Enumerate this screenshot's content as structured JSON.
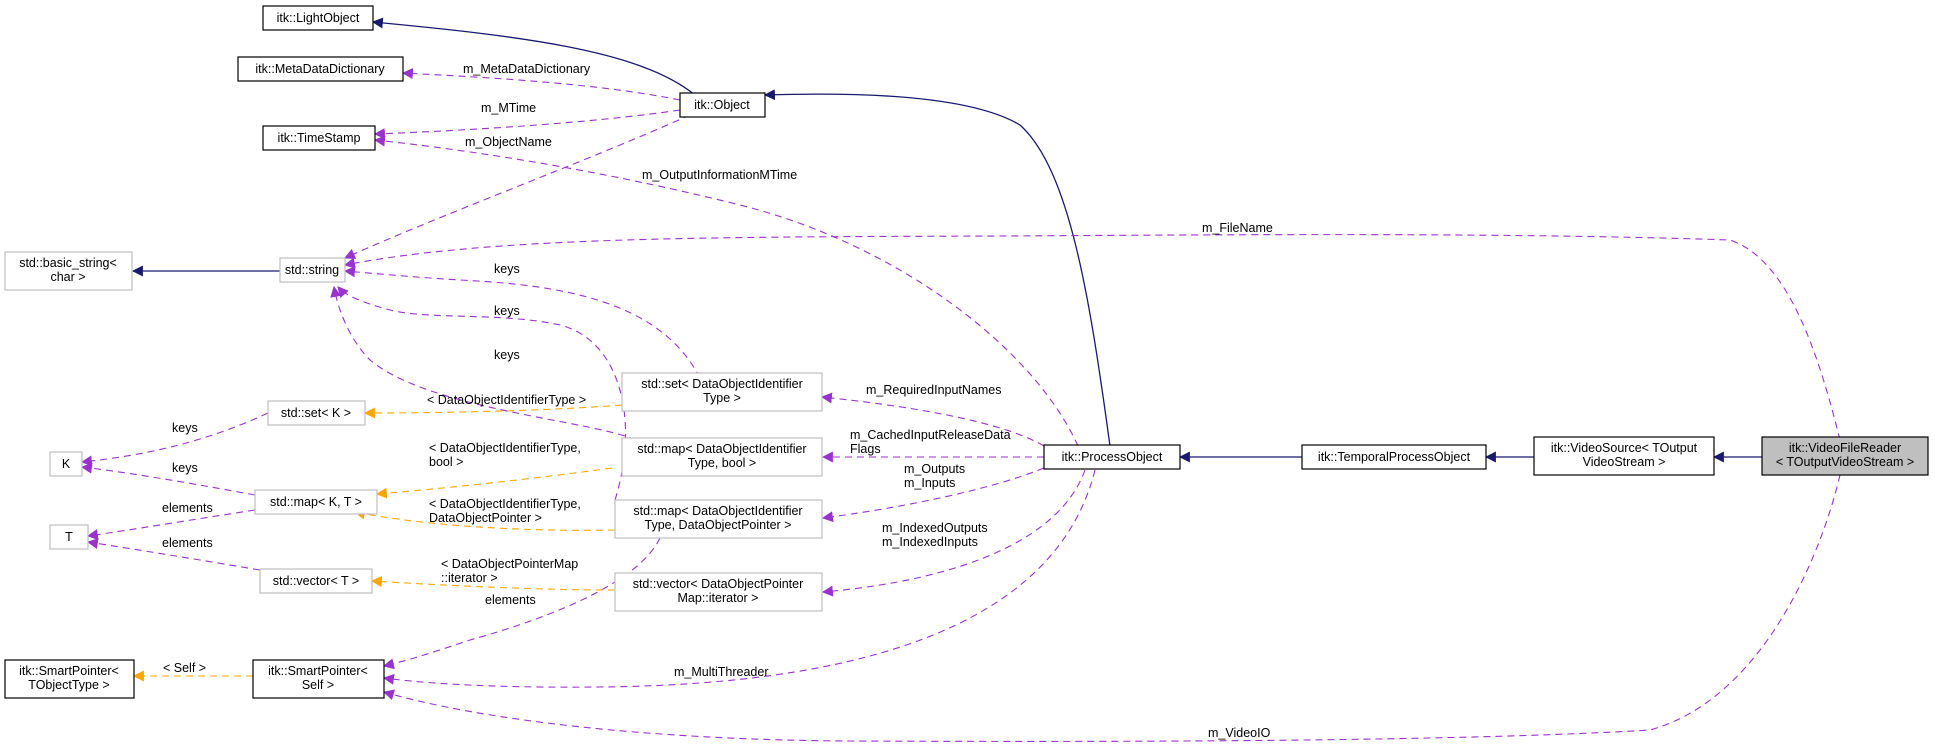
{
  "nodes": {
    "lightobject": [
      "itk::LightObject"
    ],
    "metadatadictionary": [
      "itk::MetaDataDictionary"
    ],
    "timestamp": [
      "itk::TimeStamp"
    ],
    "object": [
      "itk::Object"
    ],
    "basic_string": [
      "std::basic_string<",
      "char >"
    ],
    "string": [
      "std::string"
    ],
    "set_k": [
      "std::set< K >"
    ],
    "k": [
      "K"
    ],
    "map_kt": [
      "std::map< K, T >"
    ],
    "t": [
      "T"
    ],
    "vector_t": [
      "std::vector< T >"
    ],
    "smartpointer_tobj": [
      "itk::SmartPointer<",
      "TObjectType >"
    ],
    "smartpointer_self": [
      "itk::SmartPointer<",
      "Self >"
    ],
    "set_doi": [
      "std::set< DataObjectIdentifier",
      "Type >"
    ],
    "map_doi_bool": [
      "std::map< DataObjectIdentifier",
      "Type, bool >"
    ],
    "map_doi_ptr": [
      "std::map< DataObjectIdentifier",
      "Type, DataObjectPointer >"
    ],
    "vector_dop": [
      "std::vector< DataObjectPointer",
      "Map::iterator >"
    ],
    "processobject": [
      "itk::ProcessObject"
    ],
    "temporal": [
      "itk::TemporalProcessObject"
    ],
    "videosource": [
      "itk::VideoSource< TOutput",
      "VideoStream >"
    ],
    "videofilereader": [
      "itk::VideoFileReader",
      "< TOutputVideoStream >"
    ]
  },
  "edge_labels": {
    "metadata": [
      "m_MetaDataDictionary"
    ],
    "mtime": [
      "m_MTime"
    ],
    "objectname": [
      "m_ObjectName"
    ],
    "outinfo": [
      "m_OutputInformationMTime"
    ],
    "filename": [
      "m_FileName"
    ],
    "keys_set_string": [
      "keys"
    ],
    "keys_mapbool_string": [
      "keys"
    ],
    "keys_mapptr_string": [
      "keys"
    ],
    "tmpl_set": [
      "< DataObjectIdentifierType >"
    ],
    "keys_set_k": [
      "keys"
    ],
    "tmpl_mapbool": [
      "< DataObjectIdentifierType,",
      "bool >"
    ],
    "keys_map_k": [
      "keys"
    ],
    "elements_map_t": [
      "elements"
    ],
    "tmpl_mapptr": [
      "< DataObjectIdentifierType,",
      "DataObjectPointer >"
    ],
    "elements_vec_t": [
      "elements"
    ],
    "tmpl_vec": [
      "< DataObjectPointerMap",
      "::iterator >"
    ],
    "elements_sp": [
      "elements"
    ],
    "tmpl_sp": [
      "< Self >"
    ],
    "required": [
      "m_RequiredInputNames"
    ],
    "cached": [
      "m_CachedInputReleaseData",
      "Flags"
    ],
    "outputs": [
      "m_Outputs",
      "m_Inputs"
    ],
    "indexed": [
      "m_IndexedOutputs",
      "m_IndexedInputs"
    ],
    "multithreader": [
      "m_MultiThreader"
    ],
    "videoio": [
      "m_VideoIO"
    ]
  },
  "colors": {
    "inheritance": "#191970",
    "member": "#9a32cd",
    "template": "#ffa500",
    "focus_fill": "#bfbfbf",
    "external_border": "#bfbfbf"
  }
}
